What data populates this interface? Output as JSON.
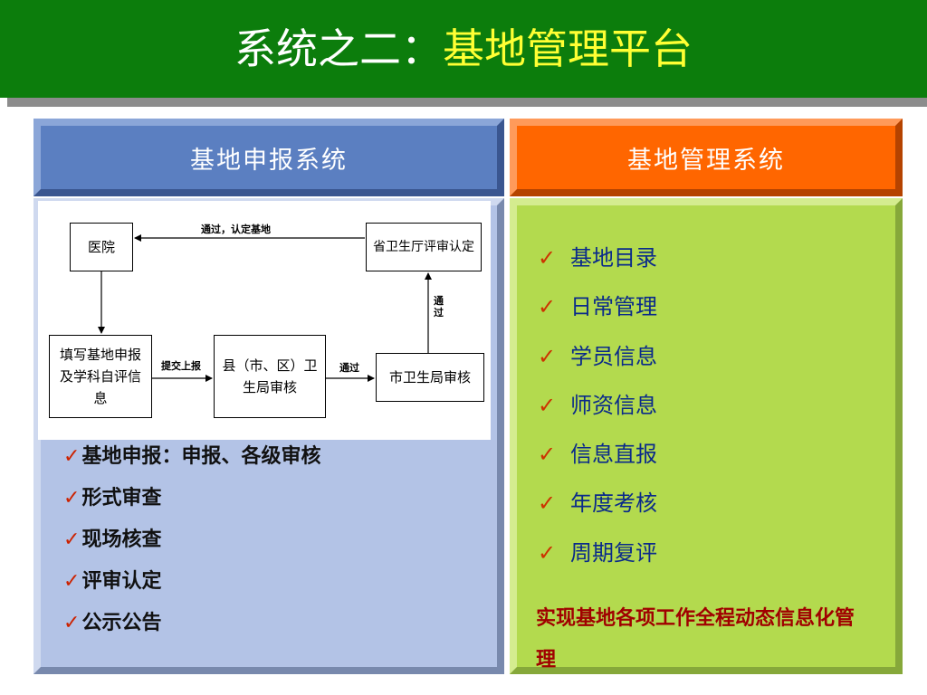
{
  "title": {
    "prefix": "系统之二：",
    "highlight": "基地管理平台"
  },
  "left_panel": {
    "header": "基地申报系统",
    "diagram": {
      "nodes": {
        "hospital": "医院",
        "province": "省卫生厅评审认定",
        "fill": "填写基地申报及学科自评信息",
        "county": "县（市、区）卫生局审核",
        "city": "市卫生局审核"
      },
      "edges": {
        "approve_recognize": "通过，认定基地",
        "submit_report": "提交上报",
        "pass_1": "通过",
        "pass_2": "通过"
      }
    },
    "items": [
      "基地申报：申报、各级审核",
      "形式审查",
      "现场核查",
      "评审认定",
      "公示公告"
    ]
  },
  "right_panel": {
    "header": "基地管理系统",
    "items": [
      "基地目录",
      "日常管理",
      "学员信息",
      "师资信息",
      "信息直报",
      "年度考核",
      "周期复评"
    ],
    "summary": "实现基地各项工作全程动态信息化管理"
  },
  "check_mark": "✓",
  "colors": {
    "title_bg": "#0c7d0c",
    "title_highlight": "#ffff33",
    "left_header": "#5b7fc1",
    "left_body": "#b3c3e6",
    "right_header": "#ff6600",
    "right_body": "#b3da4e",
    "summary_text": "#a00000",
    "right_item_text": "#0a2a8a"
  }
}
